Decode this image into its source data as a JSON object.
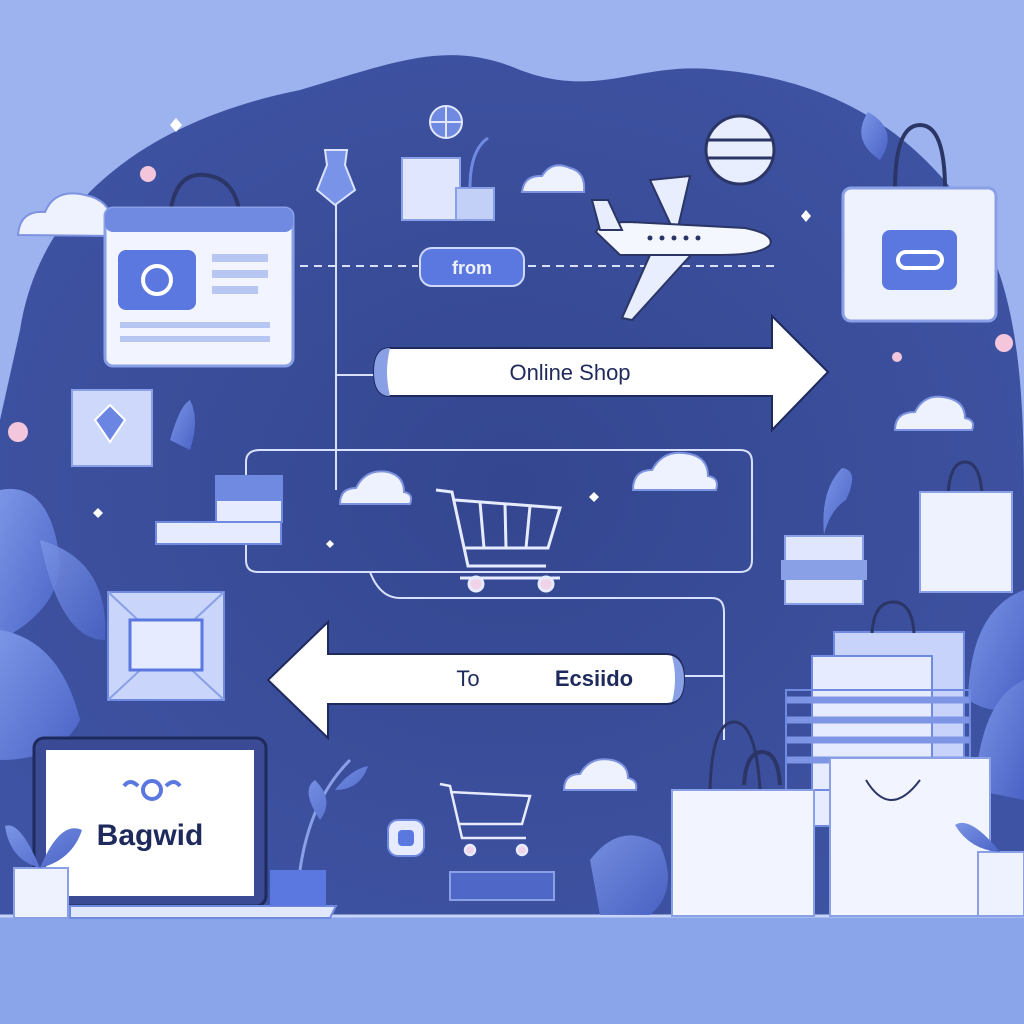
{
  "labels": {
    "from": "from",
    "online_shop": "Online Shop",
    "to": "To",
    "destination": "Ecsiido",
    "brand": "Bagwid"
  },
  "colors": {
    "sky": "#9cb3ef",
    "backdrop": "#2e3d85",
    "accent": "#5a78e0",
    "white": "#ffffff",
    "floor": "#8aa5ea"
  }
}
